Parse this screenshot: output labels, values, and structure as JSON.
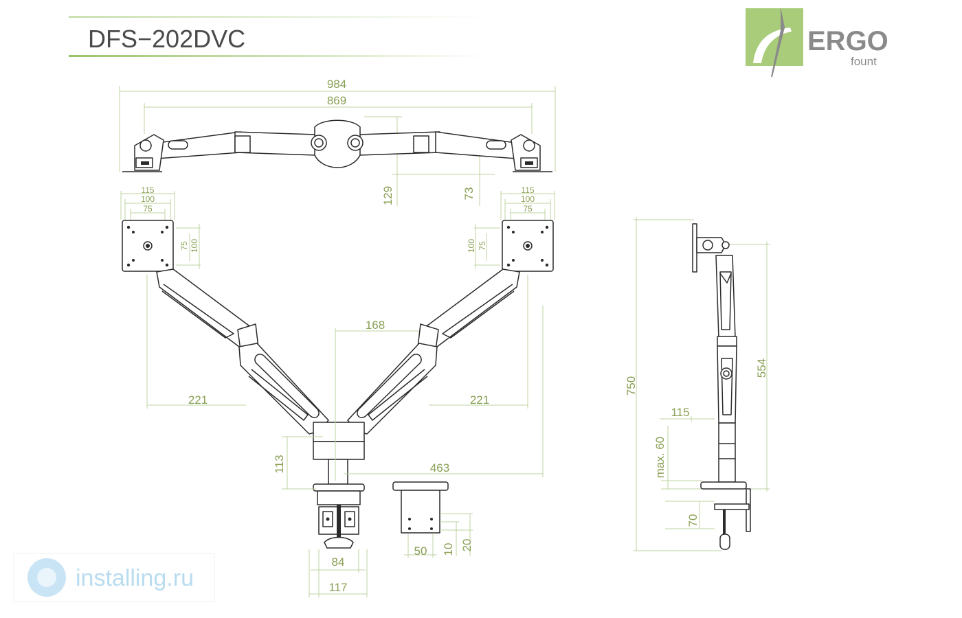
{
  "title": "DFS−202DVC",
  "logo": {
    "word": "ERGO",
    "sub": "fount",
    "color": "#a9cc7a"
  },
  "watermark": {
    "text": "installing.ru",
    "color": "#b9dcef"
  },
  "colors": {
    "dimension": "#8aa055",
    "dimension_line": "#bcd3a0",
    "outline": "#2a2a2a"
  },
  "dimensions": {
    "overall_width": "984",
    "arm_span": "869",
    "bracket_height": "129",
    "bracket_offset": "73",
    "vesa_left": {
      "w115": "115",
      "w100": "100",
      "w75": "75",
      "h75": "75",
      "h100": "100"
    },
    "vesa_right": {
      "w115": "115",
      "w100": "100",
      "w75": "75",
      "h100": "100",
      "h75": "75"
    },
    "center_offset": "168",
    "reach_left": "221",
    "reach_right": "221",
    "column_height": "113",
    "base_reach": "463",
    "clamp_inner": "84",
    "clamp_outer": "117",
    "grommet_width": "50",
    "grommet_10": "10",
    "grommet_20": "20",
    "side_total": "750",
    "side_arm": "554",
    "side_depth": "115",
    "side_max": "max. 60",
    "side_clamp": "70"
  }
}
